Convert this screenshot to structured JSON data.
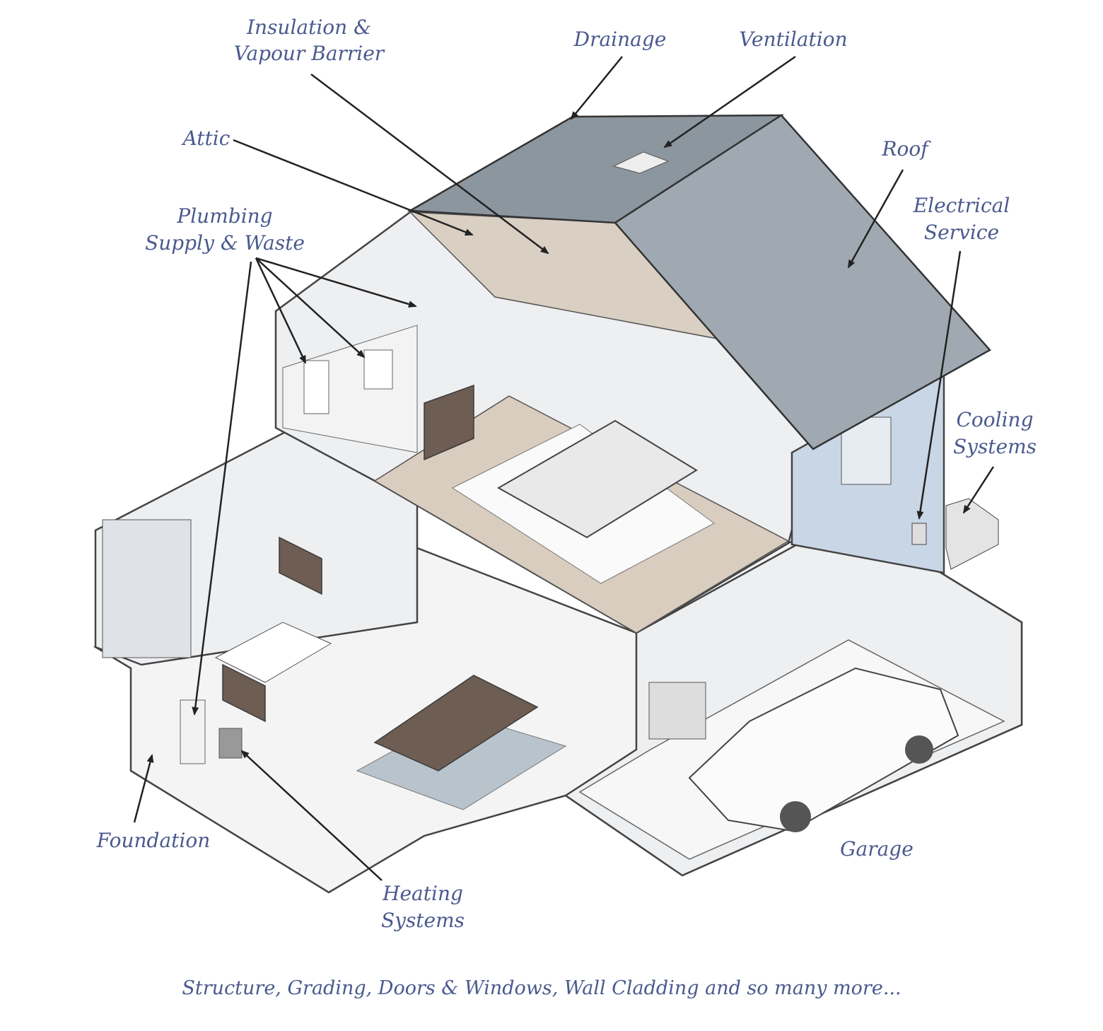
{
  "colors": {
    "label": "#4a5a8e",
    "roof": "#8c969f",
    "arrow": "#222222"
  },
  "labels": {
    "insulation": [
      "Insulation &",
      "Vapour Barrier"
    ],
    "drainage": "Drainage",
    "ventilation": "Ventilation",
    "attic": "Attic",
    "roof": "Roof",
    "electrical": [
      "Electrical",
      "Service"
    ],
    "plumbing": [
      "Plumbing",
      "Supply & Waste"
    ],
    "cooling": [
      "Cooling",
      "Systems"
    ],
    "foundation": "Foundation",
    "heating": [
      "Heating",
      "Systems"
    ],
    "garage": "Garage"
  },
  "footer": "Structure, Grading, Doors & Windows, Wall Cladding and so many more..."
}
